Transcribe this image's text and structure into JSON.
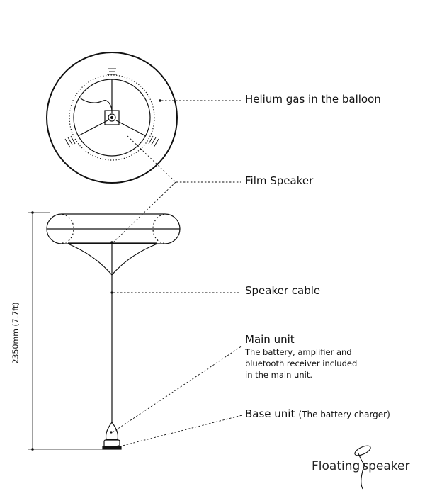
{
  "labels": {
    "helium": "Helium gas in the balloon",
    "film_speaker": "Film Speaker",
    "speaker_cable": "Speaker cable",
    "main_unit_title": "Main unit",
    "main_unit_desc_1": "The battery, amplifier and",
    "main_unit_desc_2": "bluetooth receiver included",
    "main_unit_desc_3": "in the main unit.",
    "base_unit": "Base unit",
    "base_unit_note": "(The battery charger)",
    "height_dimension": "2350mm (7.7ft)"
  },
  "brand": {
    "name_part1": "Floating",
    "name_part2": "speaker"
  }
}
